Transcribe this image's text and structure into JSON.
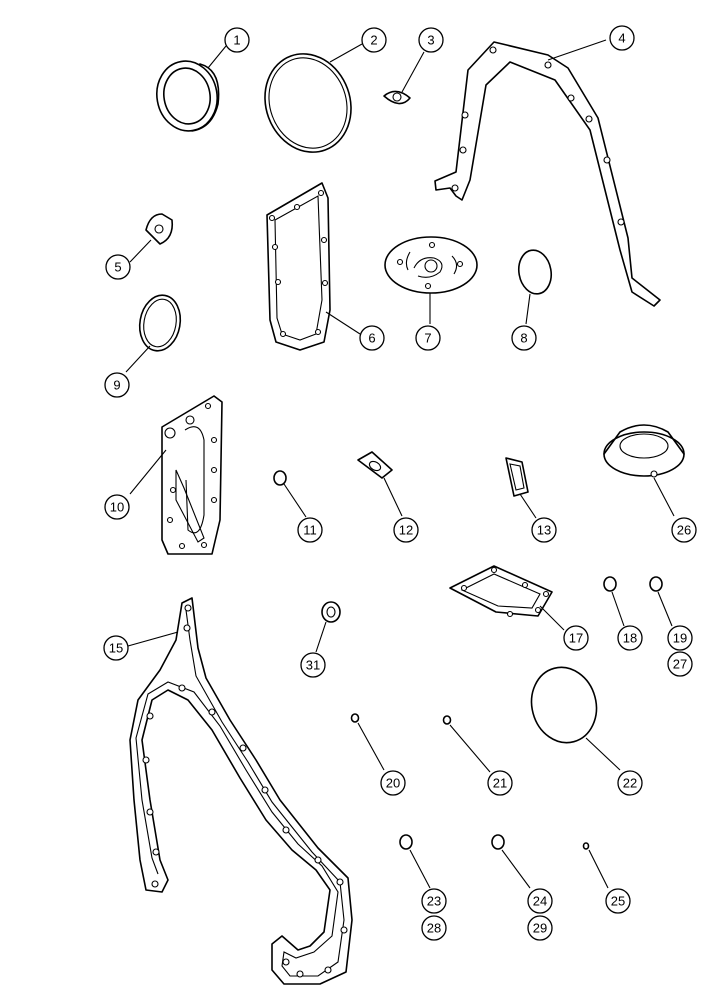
{
  "callouts": [
    {
      "id": "c1",
      "label": "1"
    },
    {
      "id": "c2",
      "label": "2"
    },
    {
      "id": "c3",
      "label": "3"
    },
    {
      "id": "c4",
      "label": "4"
    },
    {
      "id": "c5",
      "label": "5"
    },
    {
      "id": "c6",
      "label": "6"
    },
    {
      "id": "c7",
      "label": "7"
    },
    {
      "id": "c8",
      "label": "8"
    },
    {
      "id": "c9",
      "label": "9"
    },
    {
      "id": "c10",
      "label": "10"
    },
    {
      "id": "c11",
      "label": "11"
    },
    {
      "id": "c12",
      "label": "12"
    },
    {
      "id": "c13",
      "label": "13"
    },
    {
      "id": "c26",
      "label": "26"
    },
    {
      "id": "c15",
      "label": "15"
    },
    {
      "id": "c31",
      "label": "31"
    },
    {
      "id": "c17",
      "label": "17"
    },
    {
      "id": "c18",
      "label": "18"
    },
    {
      "id": "c19",
      "label": "19"
    },
    {
      "id": "c27",
      "label": "27"
    },
    {
      "id": "c20",
      "label": "20"
    },
    {
      "id": "c21",
      "label": "21"
    },
    {
      "id": "c22",
      "label": "22"
    },
    {
      "id": "c23",
      "label": "23"
    },
    {
      "id": "c28",
      "label": "28"
    },
    {
      "id": "c24",
      "label": "24"
    },
    {
      "id": "c29",
      "label": "29"
    },
    {
      "id": "c25",
      "label": "25"
    }
  ]
}
